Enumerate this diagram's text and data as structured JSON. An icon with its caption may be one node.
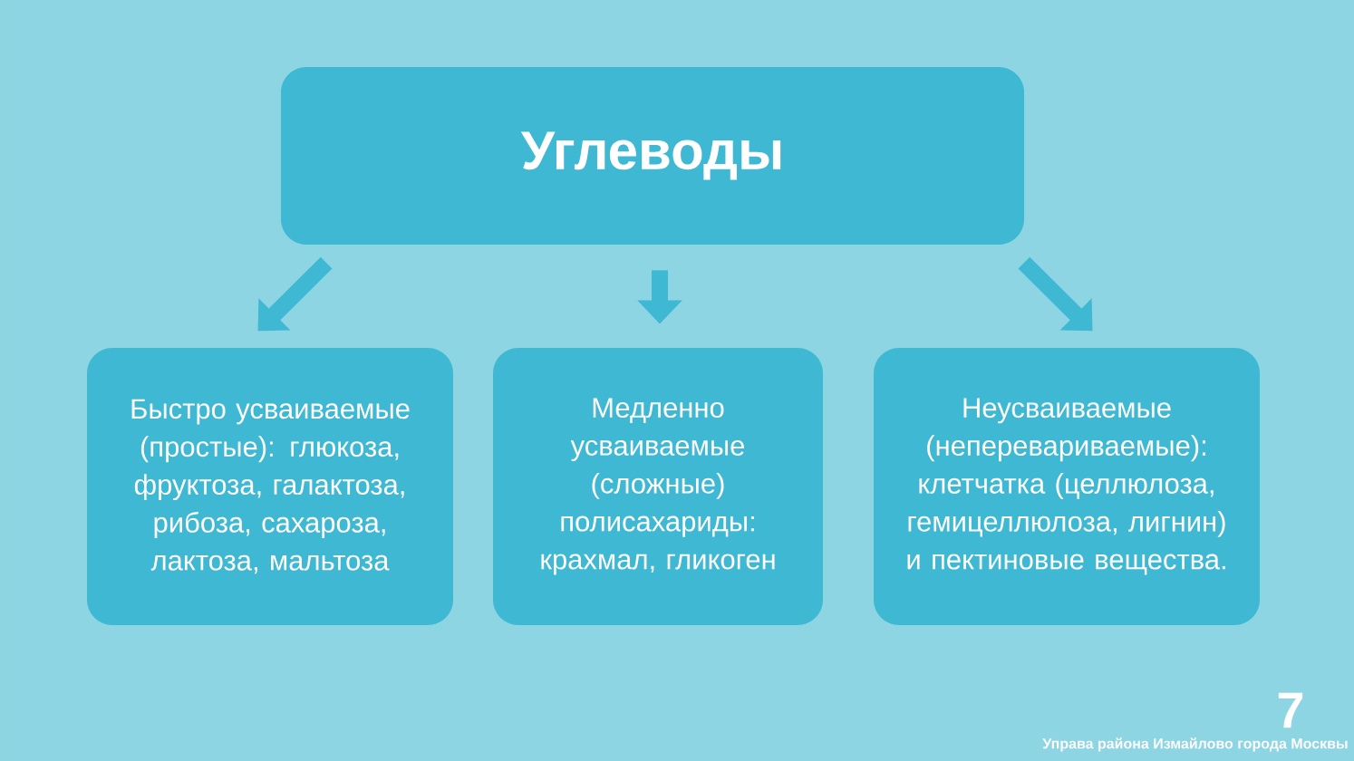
{
  "diagram": {
    "nodes": [
      {
        "text": [
          "Углеводы"
        ]
      },
      {
        "text": [
          "Быстро усваиваемые (простые): глюкоза, фруктоза, галактоза, рибоза, сахароза, лактоза, мальтоза"
        ]
      },
      {
        "text": [
          "Медленно усваиваемые (сложные) полисахариды: крахмал, гликоген"
        ]
      },
      {
        "text": [
          "Неусваиваемые (неперевариваемые): клетчатка (целлюлоза, гемицеллюлоза, лигнин) и пектиновые вещества."
        ]
      }
    ],
    "edges": [
      {
        "from": 0,
        "to": 1,
        "arrow": "to"
      },
      {
        "from": 0,
        "to": 2,
        "arrow": "to"
      },
      {
        "from": 0,
        "to": 3,
        "arrow": "to"
      }
    ],
    "labels": [
      "7",
      "Управа района Измайлово города Москвы"
    ]
  }
}
